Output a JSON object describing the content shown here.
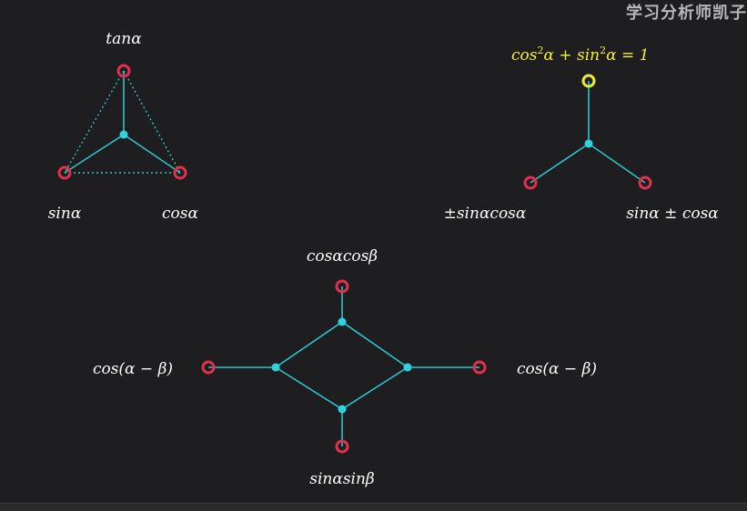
{
  "watermark": "学习分析师凯子",
  "triangle": {
    "top_label": "tanα",
    "left_label": "sinα",
    "right_label": "cosα"
  },
  "identity": {
    "top_label": {
      "cos": "cos",
      "sup1": "2",
      "alpha1": "α + sin",
      "sup2": "2",
      "alpha2": "α = 1"
    },
    "left_label": "±sinαcosα",
    "right_label": "sinα ± cosα"
  },
  "diamond": {
    "top_label": "cosαcosβ",
    "left_label": "cos(α − β)",
    "right_label": "cos(α − β)",
    "bottom_label": "sinαsinβ"
  },
  "colors": {
    "background": "#1e1d20",
    "edge": "#2fc3c9",
    "node_red": "#e0304e",
    "node_yellow": "#ecea38",
    "label_yellow": "#f2ef3a"
  }
}
